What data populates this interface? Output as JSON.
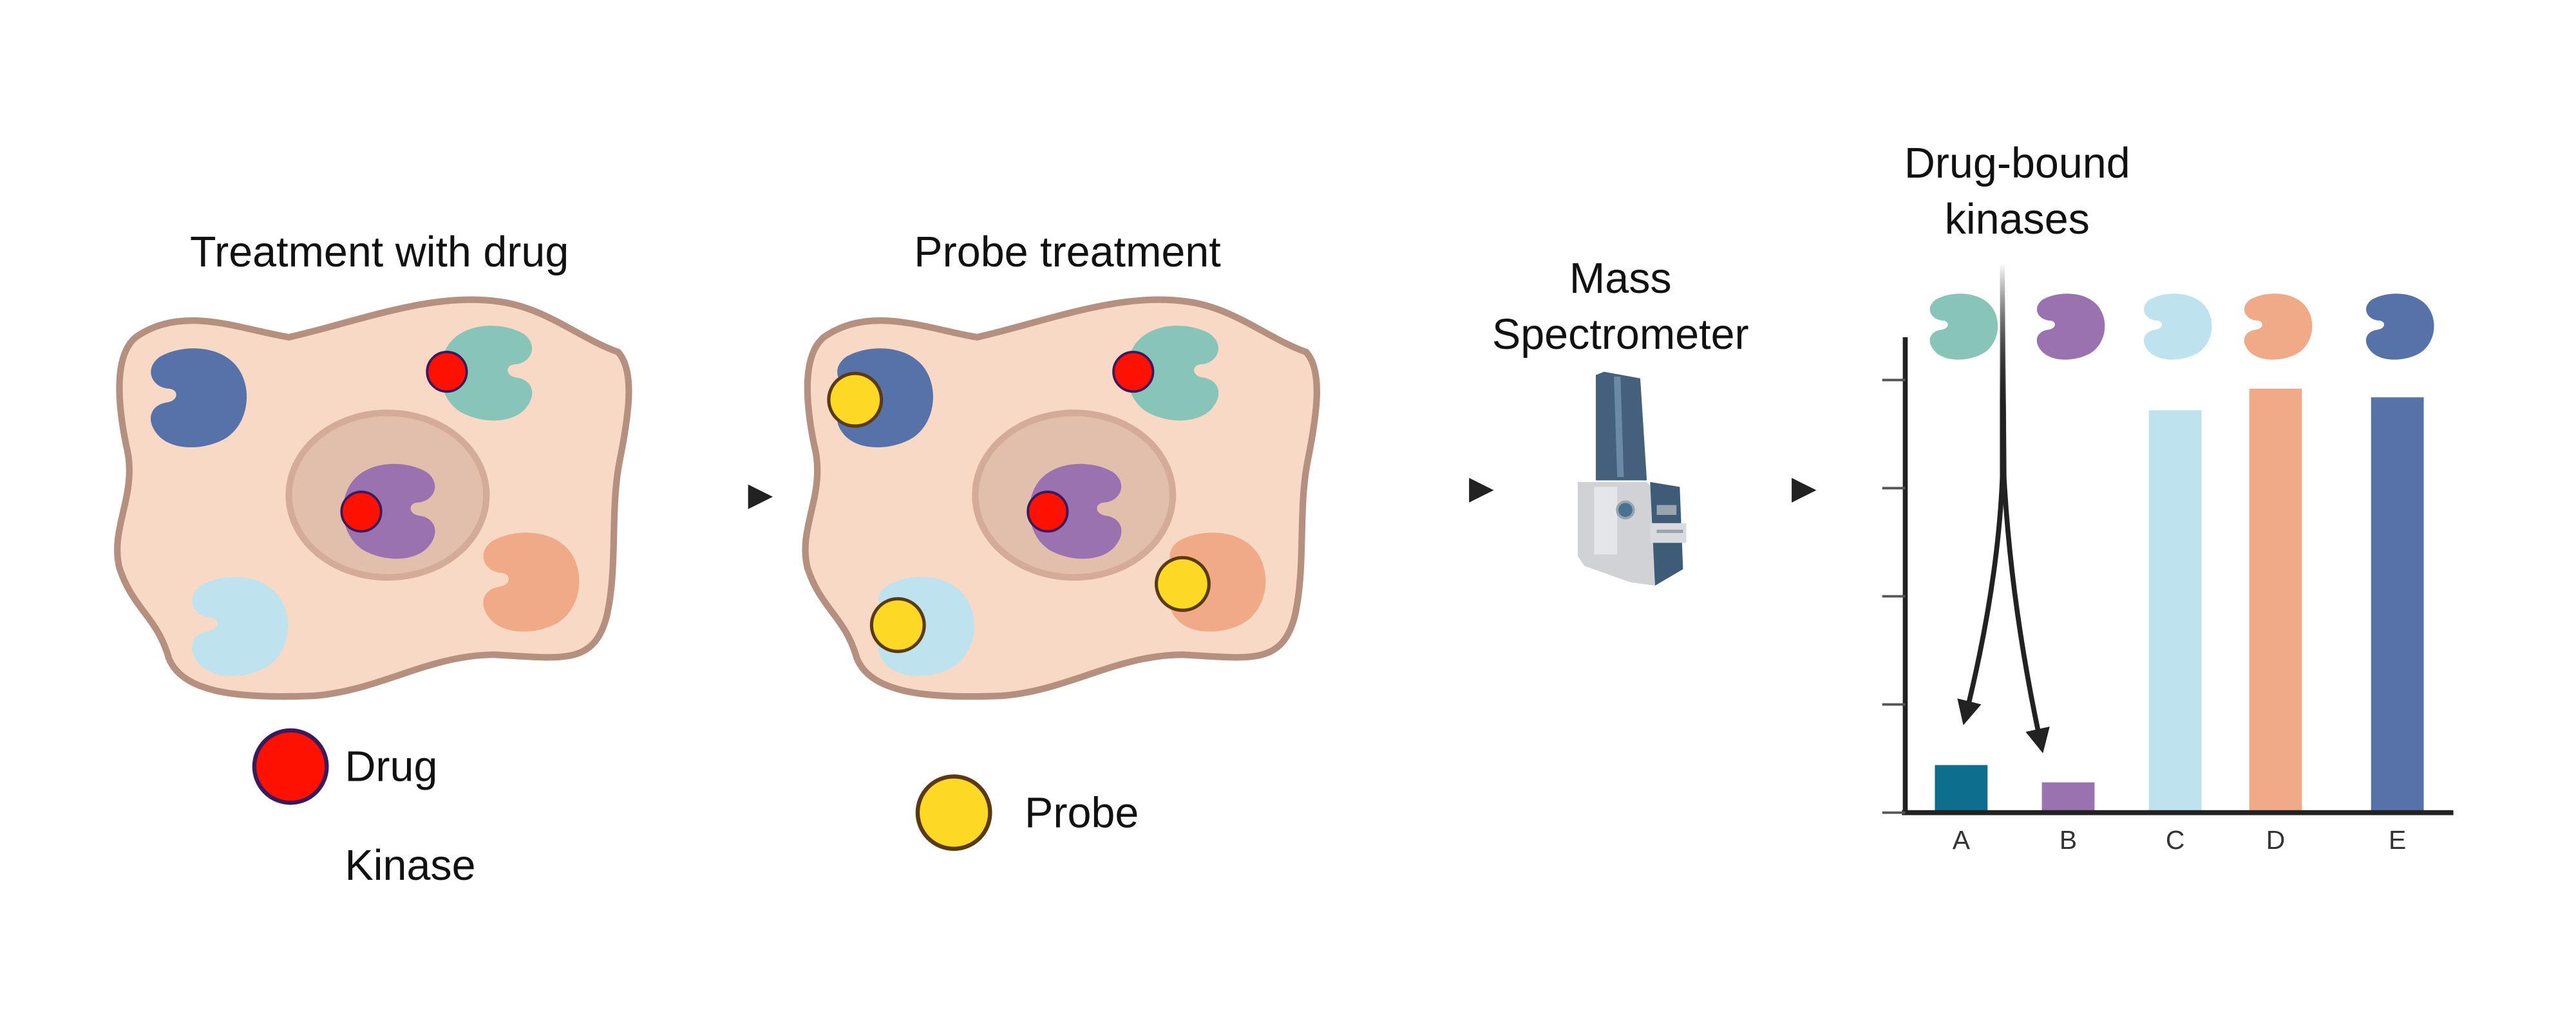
{
  "panels": {
    "drug_treatment": {
      "title": "Treatment with drug",
      "legend": [
        {
          "label": "Drug",
          "icon": "drug-circle-icon"
        },
        {
          "label": "Kinase",
          "icon": "kinase-icon"
        }
      ]
    },
    "probe_treatment": {
      "title": "Probe treatment",
      "legend": [
        {
          "label": "Probe",
          "icon": "probe-circle-icon"
        }
      ]
    },
    "mass_spec": {
      "title_line1": "Mass",
      "title_line2": "Spectrometer",
      "icon": "mass-spectrometer-icon"
    },
    "result": {
      "annotation_line1": "Drug-bound",
      "annotation_line2": "kinases"
    }
  },
  "colors": {
    "cell_fill": "#f8d9c6",
    "cell_outline": "#b59080",
    "nucleus_fill": "#e2bfad",
    "nucleus_outline": "#d4ab99",
    "drug": "#ff1100",
    "drug_outline": "#3a1a5a",
    "probe": "#fdd825",
    "probe_outline": "#5a3a10",
    "kinase_teal": "#88c4b8",
    "kinase_purple": "#9b72b0",
    "kinase_lightblue": "#bee3ee",
    "kinase_orange": "#f0aa88",
    "kinase_blue": "#5672a8",
    "bar_A": "#0e6e8e",
    "arrow": "#222222"
  },
  "chart_data": {
    "type": "bar",
    "title": "",
    "xlabel": "",
    "ylabel": "",
    "categories": [
      "A",
      "B",
      "C",
      "D",
      "E"
    ],
    "values": [
      11,
      7,
      93,
      98,
      96
    ],
    "value_unit": "relative probe-labeled kinase signal (estimated, % of top tick)",
    "ylim": [
      0,
      100
    ],
    "yticks": [
      25,
      50,
      75,
      100
    ],
    "ytick_labels_shown": false,
    "grid": false,
    "bar_colors": [
      "#0e6e8e",
      "#9b72b0",
      "#bee3ee",
      "#f0aa88",
      "#5672a8"
    ],
    "kinase_icon_colors": [
      "#88c4b8",
      "#9b72b0",
      "#bee3ee",
      "#f0aa88",
      "#5672a8"
    ],
    "annotation": {
      "text": "Drug-bound kinases",
      "points_to": [
        "A",
        "B"
      ]
    }
  }
}
